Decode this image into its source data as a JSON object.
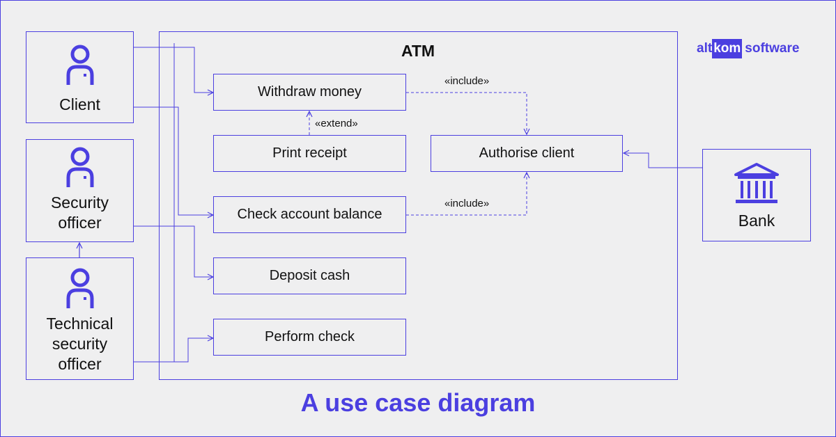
{
  "diagram": {
    "system_label": "ATM",
    "caption": "A use case diagram",
    "colors": {
      "accent": "#4b3fe0",
      "background": "#efeff0",
      "text": "#111111"
    }
  },
  "logo": {
    "part1": "alt",
    "part2": "kom",
    "part3": "software"
  },
  "actors": {
    "client": {
      "label": "Client",
      "icon": "person-icon"
    },
    "security_officer": {
      "label": "Security officer",
      "icon": "person-icon"
    },
    "technical_security_officer": {
      "label": "Technical security officer",
      "icon": "person-icon"
    },
    "bank": {
      "label": "Bank",
      "icon": "bank-building-icon"
    }
  },
  "use_cases": {
    "withdraw_money": "Withdraw money",
    "print_receipt": "Print receipt",
    "check_account_balance": "Check account balance",
    "deposit_cash": "Deposit cash",
    "perform_check": "Perform check",
    "authorise_client": "Authorise client"
  },
  "stereotypes": {
    "extend": "«extend»",
    "include_withdraw": "«include»",
    "include_balance": "«include»"
  }
}
